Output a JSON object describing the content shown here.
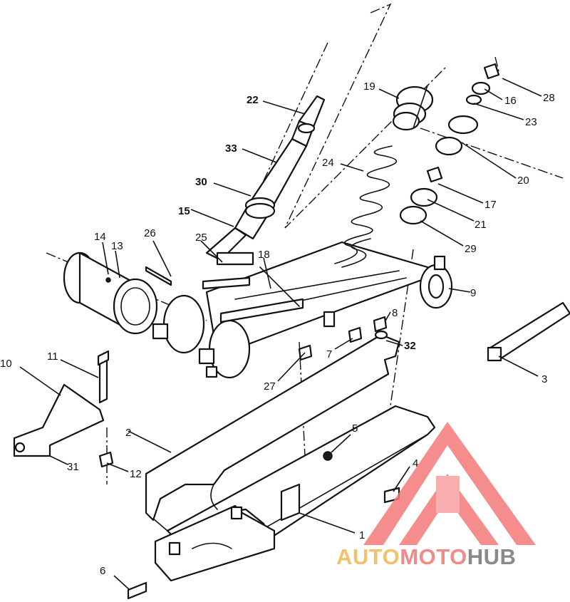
{
  "diagram": {
    "callouts": [
      {
        "id": "1",
        "text": "1",
        "bold": false
      },
      {
        "id": "2",
        "text": "2",
        "bold": false
      },
      {
        "id": "3",
        "text": "3",
        "bold": false
      },
      {
        "id": "4",
        "text": "4",
        "bold": false
      },
      {
        "id": "5",
        "text": "5",
        "bold": false
      },
      {
        "id": "6",
        "text": "6",
        "bold": false
      },
      {
        "id": "7",
        "text": "7",
        "bold": false
      },
      {
        "id": "8",
        "text": "8",
        "bold": false
      },
      {
        "id": "9",
        "text": "9",
        "bold": false
      },
      {
        "id": "10",
        "text": "10",
        "bold": false
      },
      {
        "id": "11",
        "text": "11",
        "bold": false
      },
      {
        "id": "12",
        "text": "12",
        "bold": false
      },
      {
        "id": "13",
        "text": "13",
        "bold": false
      },
      {
        "id": "14",
        "text": "14",
        "bold": false
      },
      {
        "id": "15",
        "text": "15",
        "bold": true
      },
      {
        "id": "16",
        "text": "16",
        "bold": false
      },
      {
        "id": "17",
        "text": "17",
        "bold": false
      },
      {
        "id": "18",
        "text": "18",
        "bold": false
      },
      {
        "id": "19",
        "text": "19",
        "bold": false
      },
      {
        "id": "20",
        "text": "20",
        "bold": false
      },
      {
        "id": "21",
        "text": "21",
        "bold": false
      },
      {
        "id": "22",
        "text": "22",
        "bold": true
      },
      {
        "id": "23",
        "text": "23",
        "bold": false
      },
      {
        "id": "24",
        "text": "24",
        "bold": false
      },
      {
        "id": "25",
        "text": "25",
        "bold": false
      },
      {
        "id": "26",
        "text": "26",
        "bold": false
      },
      {
        "id": "27",
        "text": "27",
        "bold": false
      },
      {
        "id": "28",
        "text": "28",
        "bold": false
      },
      {
        "id": "29",
        "text": "29",
        "bold": false
      },
      {
        "id": "30",
        "text": "30",
        "bold": true
      },
      {
        "id": "31",
        "text": "31",
        "bold": false
      },
      {
        "id": "32",
        "text": "32",
        "bold": true
      },
      {
        "id": "33",
        "text": "33",
        "bold": true
      }
    ]
  },
  "watermark": {
    "logo_icon": "triangle-m-logo",
    "part_auto": "AUTO",
    "part_moto": "MOTO",
    "part_hub": "HUB",
    "colors": {
      "auto": "#f2c26a",
      "moto": "#f28a8a",
      "hub": "#8a8a8a",
      "logo": "#f47a7a"
    }
  },
  "colors": {
    "line": "#111111",
    "background": "#ffffff"
  }
}
